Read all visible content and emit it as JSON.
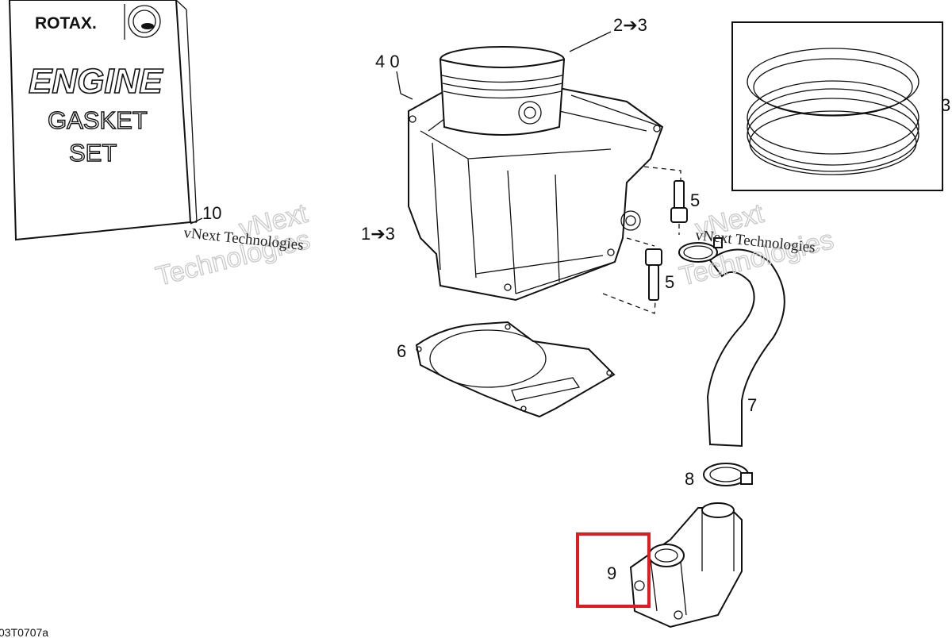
{
  "box": {
    "brand": "ROTAX.",
    "word1": "ENGINE",
    "word2": "GASKET",
    "word3": "SET"
  },
  "callouts": {
    "c10": "10",
    "c40": "4 0",
    "c23": "2➔3",
    "c13": "1➔3",
    "c3": "3",
    "c5a": "5",
    "c5b": "5",
    "c6": "6",
    "c7": "7",
    "c8": "8",
    "c9": "9"
  },
  "watermarks": {
    "left_small": "vNext Technologies",
    "left_big_1": "vNext",
    "left_big_2": "Technologies",
    "right_small": "vNext Technologies",
    "right_big_1": "vNext",
    "right_big_2": "Technologies"
  },
  "figure_code": "03T0707a",
  "highlight_color": "#e11b22"
}
